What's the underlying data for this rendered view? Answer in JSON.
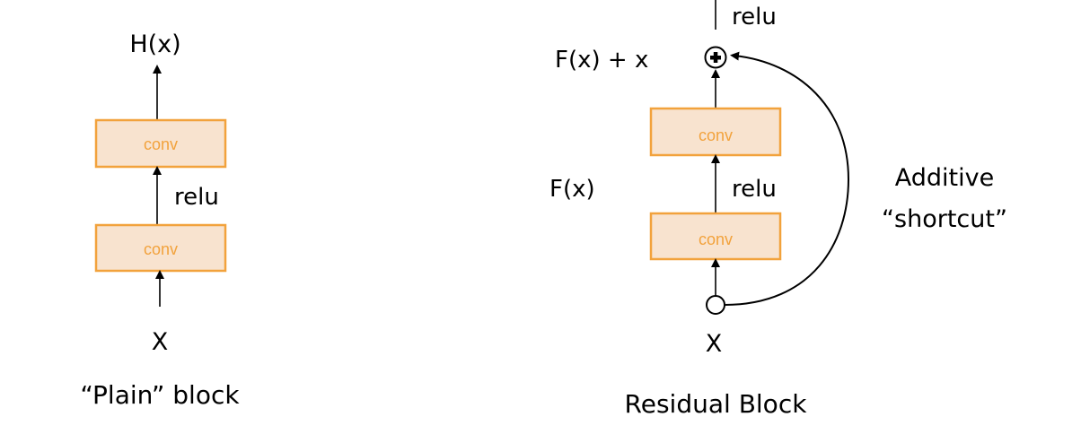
{
  "colors": {
    "box_fill": "#F8E3CF",
    "box_stroke": "#F2A23C",
    "box_text": "#F2A23C",
    "line": "#000000"
  },
  "plain_block": {
    "output_label": "H(x)",
    "top_box_label": "conv",
    "activation_label": "relu",
    "bottom_box_label": "conv",
    "input_label": "X",
    "caption": "“Plain” block"
  },
  "residual_block": {
    "top_activation_label": "relu",
    "sum_label": "F(x) + x",
    "sum_icon": "plus-circle-icon",
    "top_box_label": "conv",
    "function_label": "F(x)",
    "activation_label": "relu",
    "bottom_box_label": "conv",
    "input_label": "X",
    "input_node_icon": "circle-node-icon",
    "shortcut_label_line1": "Additive",
    "shortcut_label_line2": "“shortcut”",
    "caption": "Residual Block"
  }
}
